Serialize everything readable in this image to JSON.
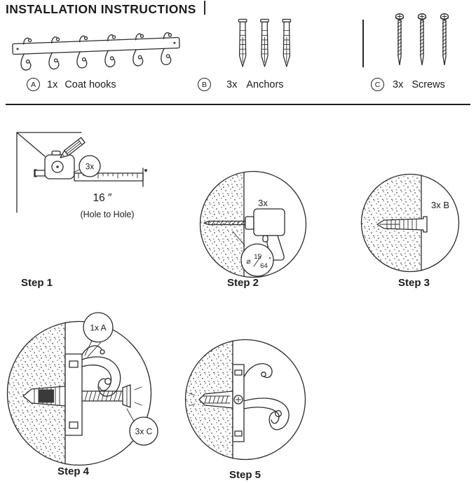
{
  "title": "INSTALLATION INSTRUCTIONS",
  "parts": [
    {
      "letter": "A",
      "qty": "1x",
      "name": "Coat hooks"
    },
    {
      "letter": "B",
      "qty": "3x",
      "name": "Anchors"
    },
    {
      "letter": "C",
      "qty": "3x",
      "name": "Screws"
    }
  ],
  "steps": {
    "step1": {
      "label": "Step 1",
      "qty": "3x",
      "measurement": "16 ″",
      "note": "(Hole to Hole)"
    },
    "step2": {
      "label": "Step 2",
      "qty": "3x",
      "diameter_symbol": "⌀",
      "bit_numerator": "15",
      "bit_denominator": "64",
      "bit_unit": "″"
    },
    "step3": {
      "label": "Step 3",
      "qty": "3x B"
    },
    "step4": {
      "label": "Step 4",
      "callout_hook": "1x A",
      "callout_screw": "3x C"
    },
    "step5": {
      "label": "Step 5"
    }
  }
}
